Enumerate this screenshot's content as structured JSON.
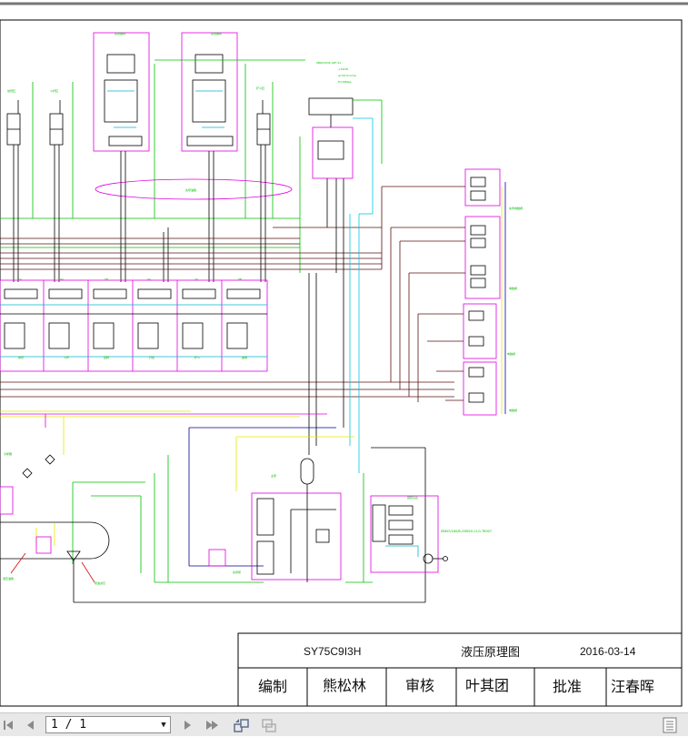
{
  "document": {
    "drawing_number": "SY75C9I3H",
    "drawing_title": "液压原理图",
    "date": "2016-03-14",
    "signoff": [
      {
        "role": "编制",
        "name": "熊松林"
      },
      {
        "role": "审核",
        "name": "叶其团"
      },
      {
        "role": "批准",
        "name": "汪春晖"
      }
    ],
    "annotation_model": "SBKCV160/B-25M20-11/1-T8307"
  },
  "toolbar": {
    "page_indicator": "1 / 1",
    "icons": [
      "first-page-icon",
      "prev-page-icon",
      "next-page-icon",
      "last-page-icon",
      "rotate-icon",
      "fit-page-icon",
      "page-layout-icon"
    ]
  },
  "colors": {
    "magenta": "#e000e0",
    "green": "#00c000",
    "cyan": "#00c8e0",
    "yellow": "#e8e800",
    "dark_red": "#600000",
    "navy": "#000090"
  }
}
